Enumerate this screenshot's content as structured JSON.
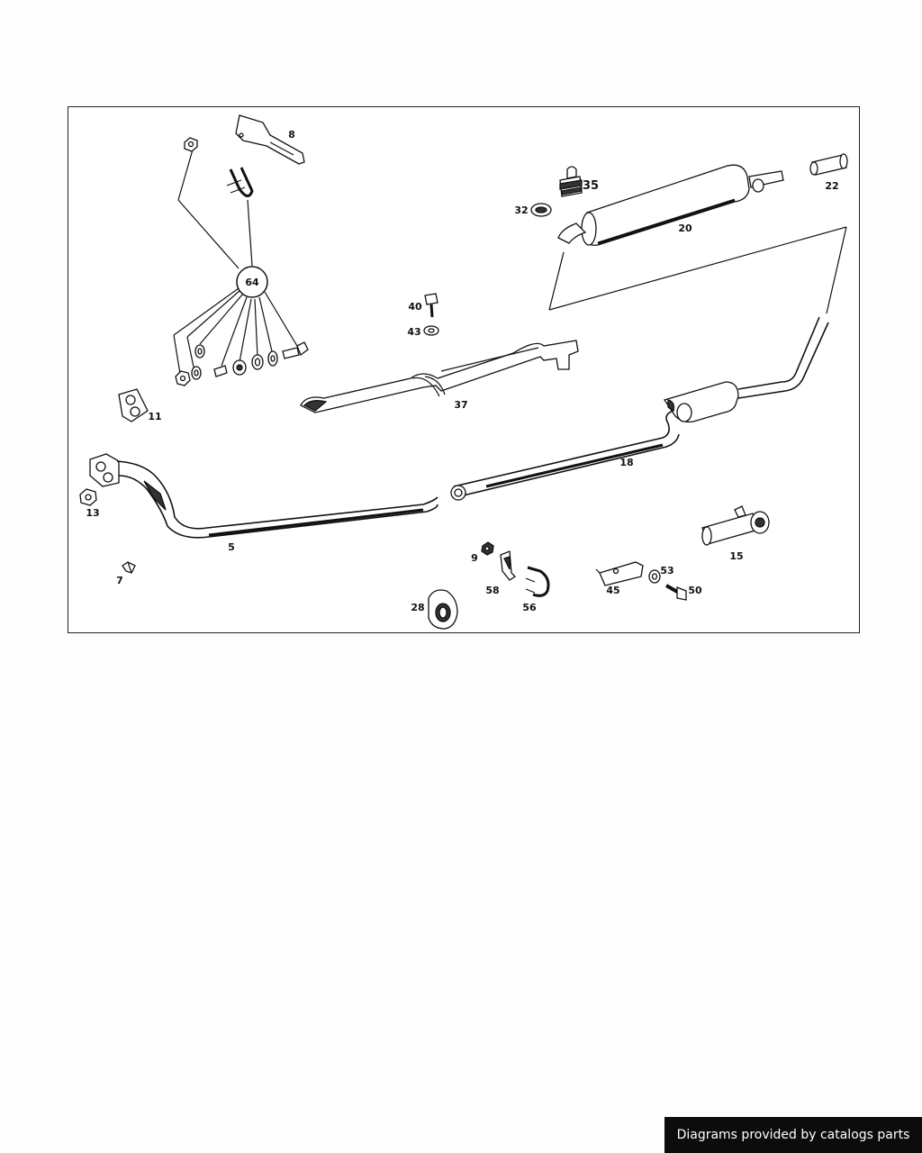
{
  "diagram": {
    "callout": "64",
    "labels": {
      "p5": "5",
      "p7": "7",
      "p8": "8",
      "p9": "9",
      "p11": "11",
      "p13": "13",
      "p15": "15",
      "p18": "18",
      "p20": "20",
      "p22": "22",
      "p28": "28",
      "p32": "32",
      "p35": "35",
      "p37": "37",
      "p40": "40",
      "p43": "43",
      "p45": "45",
      "p50": "50",
      "p53": "53",
      "p56": "56",
      "p58": "58"
    }
  },
  "footer": {
    "credit": "Diagrams provided by catalogs parts"
  }
}
